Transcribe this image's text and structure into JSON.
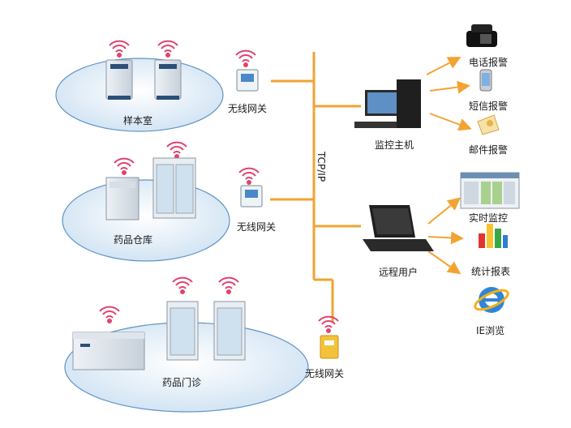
{
  "zones": {
    "sample_room": "样本室",
    "drug_warehouse": "药品仓库",
    "pharmacy_clinic": "药品门诊"
  },
  "gateways": {
    "gw1": "无线网关",
    "gw2": "无线网关",
    "gw3": "无线网关"
  },
  "network": {
    "protocol": "TCP/IP"
  },
  "hosts": {
    "monitor_host": "监控主机",
    "remote_user": "远程用户"
  },
  "alarms": {
    "phone": "电话报警",
    "sms": "短信报警",
    "email": "邮件报警"
  },
  "features": {
    "realtime": "实时监控",
    "report": "统计报表",
    "ie": "IE浏览"
  },
  "colors": {
    "bus": "#f2a332",
    "wifi": "#e0436e",
    "platform": "#dcebf7",
    "platform_edge": "#5f95c6"
  }
}
